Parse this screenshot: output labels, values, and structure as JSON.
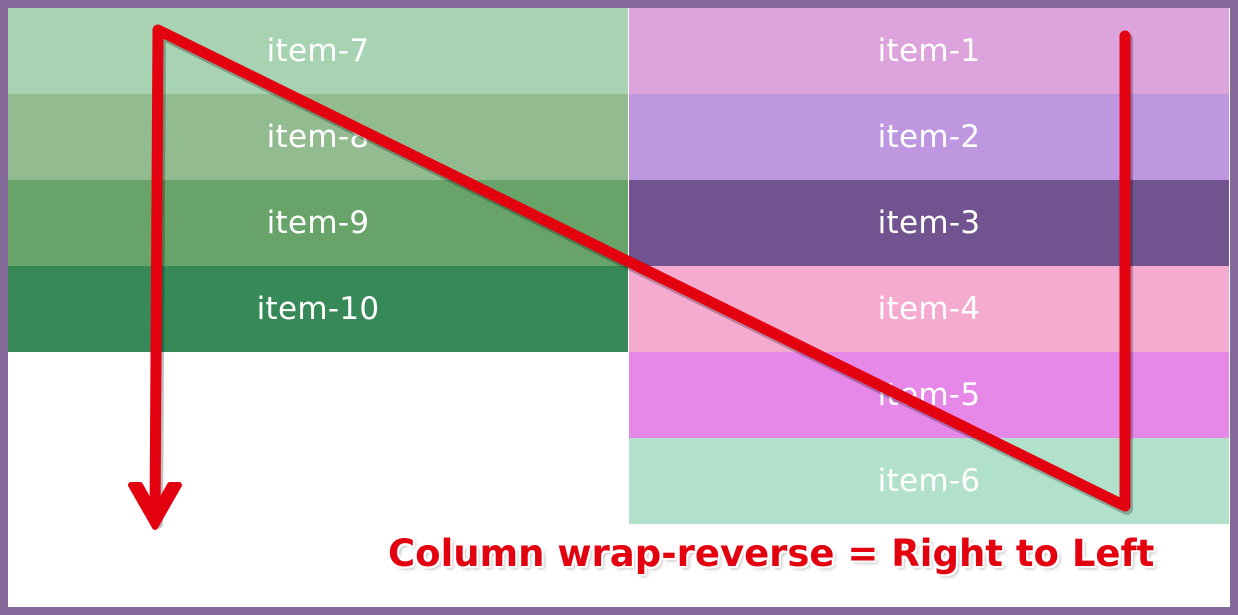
{
  "colors": {
    "frame_border": "#84699a",
    "arrow": "#e3000f",
    "item_text": "#ffffff"
  },
  "left_column": [
    {
      "label": "item-7",
      "color": "#a8d3b2"
    },
    {
      "label": "item-8",
      "color": "#92bb90"
    },
    {
      "label": "item-9",
      "color": "#68a369"
    },
    {
      "label": "item-10",
      "color": "#388958"
    }
  ],
  "right_column": [
    {
      "label": "item-1",
      "color": "#dca3dc"
    },
    {
      "label": "item-2",
      "color": "#bf97e0"
    },
    {
      "label": "item-3",
      "color": "#715390"
    },
    {
      "label": "item-4",
      "color": "#f5aacf"
    },
    {
      "label": "item-5",
      "color": "#e688e8"
    },
    {
      "label": "item-6",
      "color": "#b2e1cb"
    }
  ],
  "caption": "Column wrap-reverse = Right to Left"
}
